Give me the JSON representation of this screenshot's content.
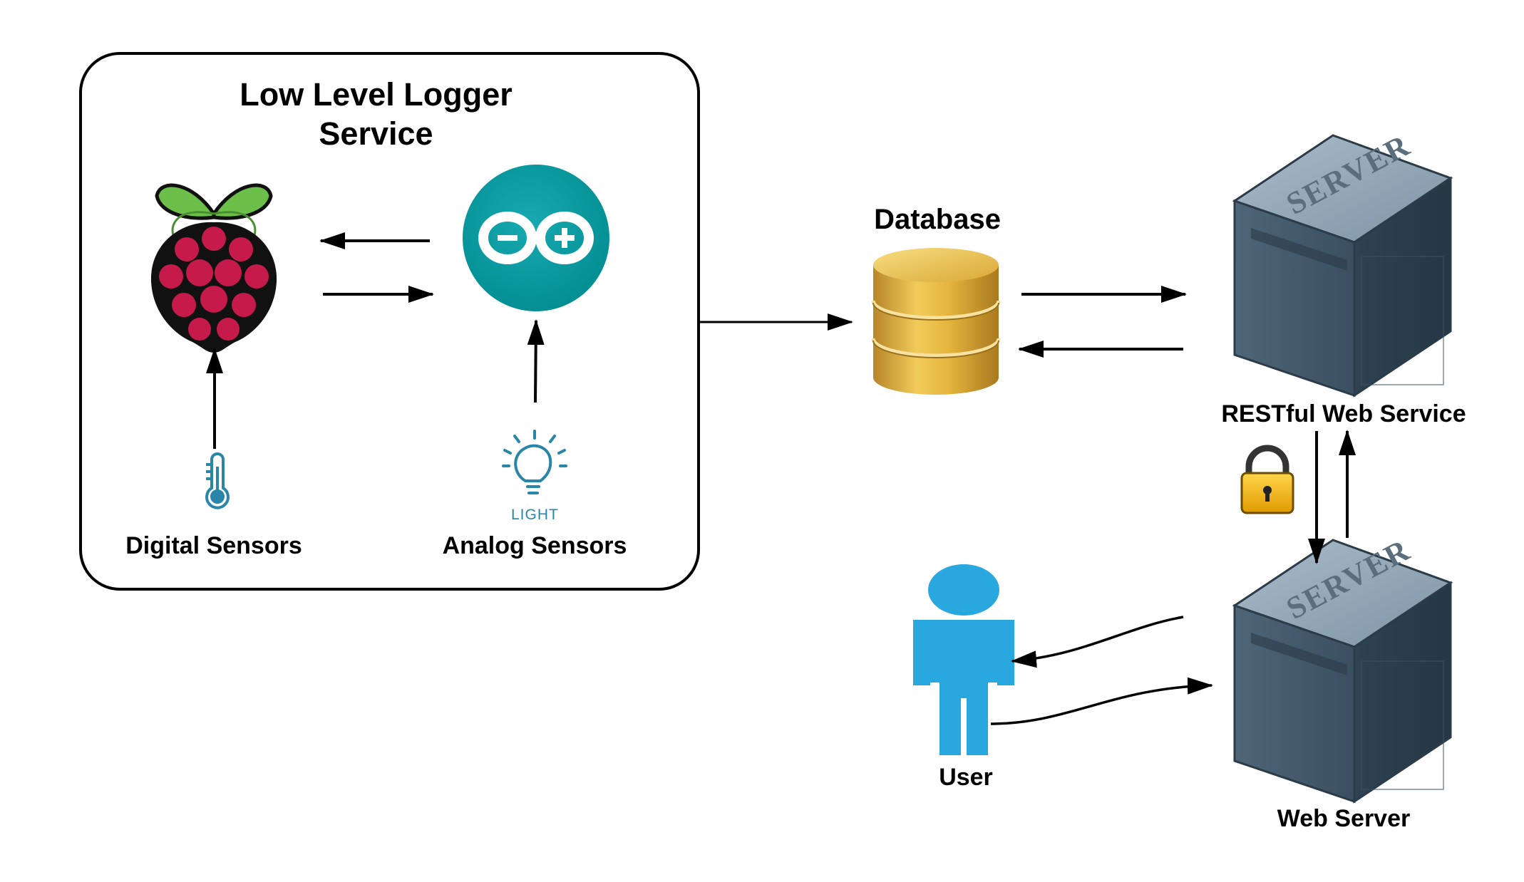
{
  "logger_box": {
    "title_line1": "Low Level Logger",
    "title_line2": "Service"
  },
  "nodes": {
    "raspberry_pi": {
      "icon": "raspberry-pi-icon"
    },
    "arduino": {
      "icon": "arduino-icon"
    },
    "digital_sensors": {
      "label": "Digital Sensors",
      "icon": "thermometer-icon"
    },
    "analog_sensors": {
      "label": "Analog Sensors",
      "icon": "light-bulb-icon",
      "icon_text": "LIGHT"
    },
    "database": {
      "label": "Database",
      "icon": "database-icon"
    },
    "restful_web_service": {
      "label": "RESTful Web Service",
      "icon": "server-icon",
      "icon_text": "SERVER"
    },
    "web_server": {
      "label": "Web Server",
      "icon": "server-icon",
      "icon_text": "SERVER"
    },
    "user": {
      "label": "User",
      "icon": "user-icon"
    },
    "secure_link": {
      "icon": "lock-icon"
    }
  },
  "colors": {
    "raspberry": "#c51a4a",
    "leaf": "#6cc04a",
    "arduino": "#00979c",
    "sensor_icon": "#2a86a8",
    "database": "#e2b23c",
    "server": "#3f5566",
    "user": "#29a8e0",
    "lock": "#f2b705",
    "arrow": "#000000"
  }
}
